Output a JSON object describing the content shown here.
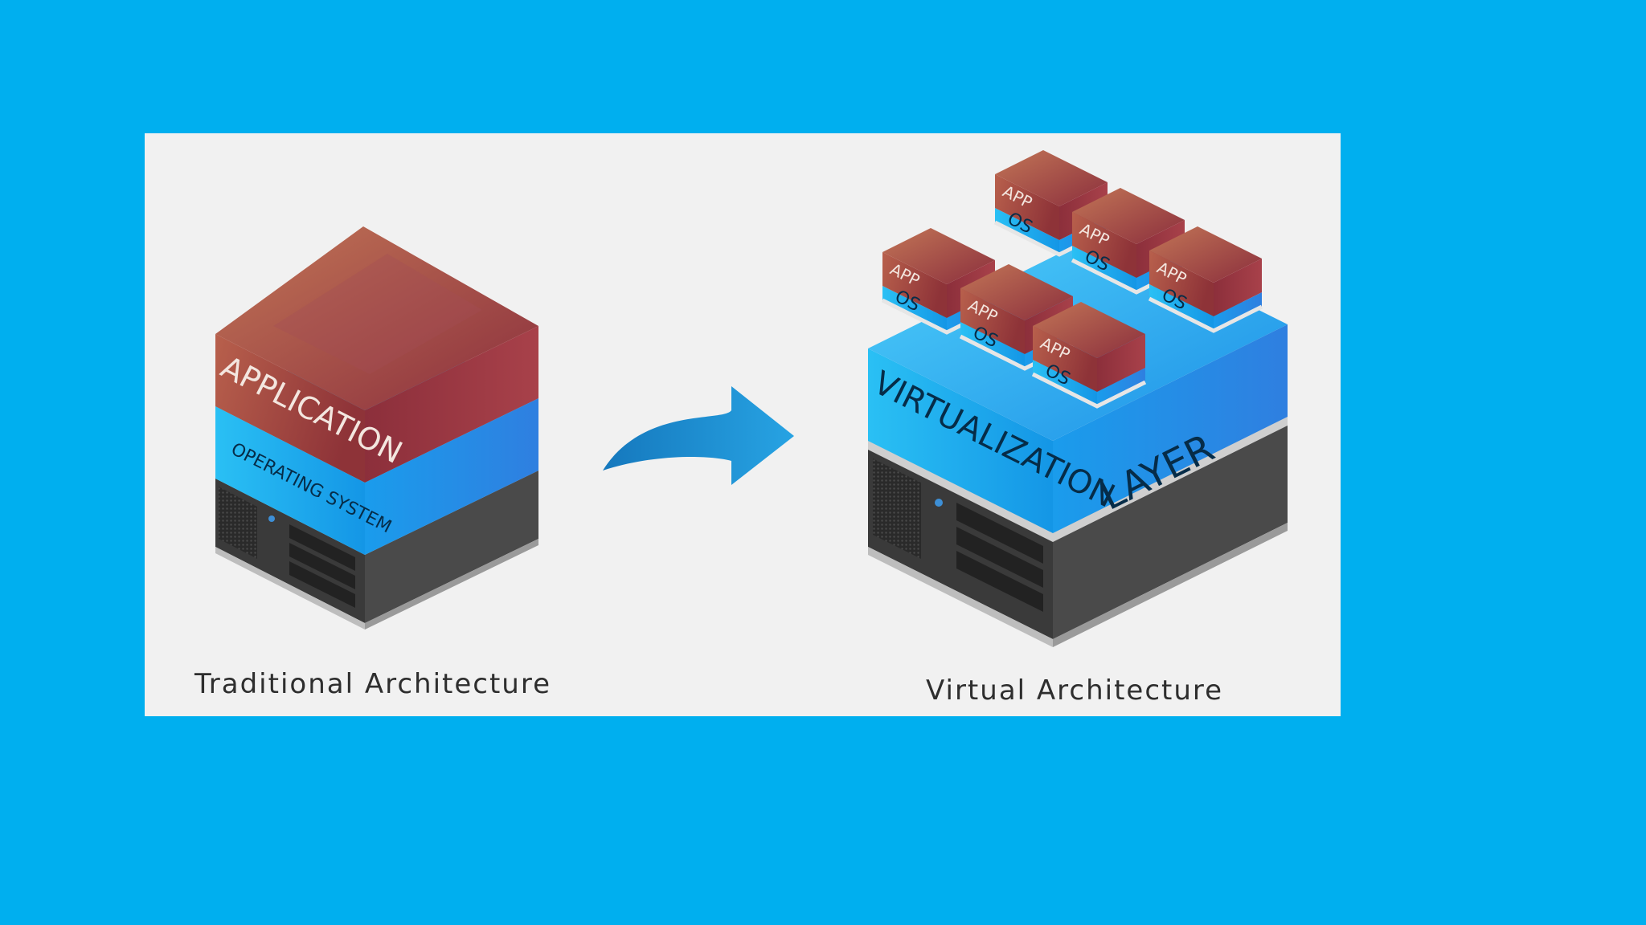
{
  "traditional": {
    "caption": "Traditional Architecture",
    "application_label": "APPLICATION",
    "os_label": "OPERATING SYSTEM"
  },
  "virtual": {
    "caption": "Virtual Architecture",
    "layer_label_1": "VIRTUALIZATION",
    "layer_label_2": "LAYER",
    "vm_app_label": "APP",
    "vm_os_label": "OS",
    "vm_count": 6
  },
  "colors": {
    "background": "#00afef",
    "panel": "#f1f1f1",
    "application": "#a84a4e",
    "os_layer": "#1aa8f0",
    "server": "#3b3b3b",
    "arrow": "#1b8fd2"
  },
  "icons": [
    "server-icon",
    "arrow-right-icon"
  ]
}
